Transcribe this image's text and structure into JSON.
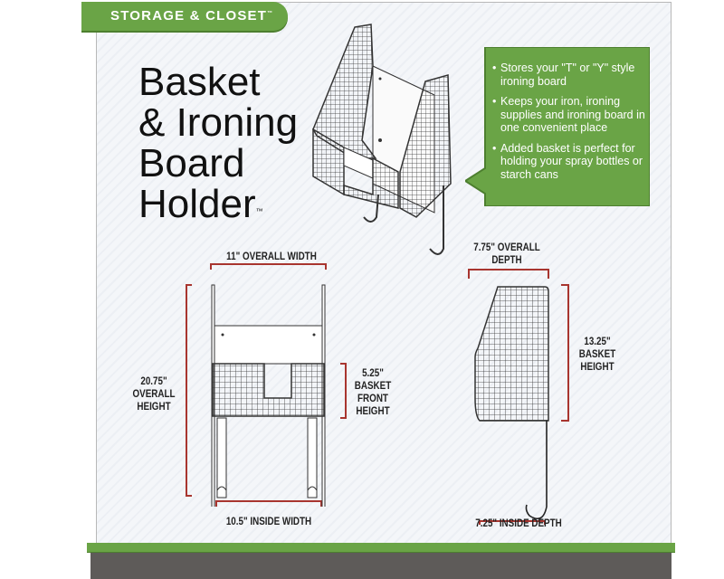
{
  "header": {
    "category_badge": "STORAGE & CLOSET",
    "category_badge_tm": "™"
  },
  "product": {
    "title_lines": [
      "Basket",
      "& Ironing",
      "Board",
      "Holder"
    ],
    "title_tm": "™"
  },
  "features": {
    "items": [
      "Stores your \"T\" or \"Y\" style ironing board",
      "Keeps your iron, ironing supplies and ironing board in one convenient place",
      "Added basket is perfect for holding your spray bottles or starch cans"
    ]
  },
  "dimensions": {
    "front_view": {
      "overall_width": "11\" OVERALL WIDTH",
      "overall_height_value": "20.75\"",
      "overall_height_label_1": "OVERALL",
      "overall_height_label_2": "HEIGHT",
      "basket_front_height_value": "5.25\"",
      "basket_front_height_label_1": "BASKET",
      "basket_front_height_label_2": "FRONT",
      "basket_front_height_label_3": "HEIGHT",
      "inside_width": "10.5\" INSIDE WIDTH"
    },
    "side_view": {
      "overall_depth_line_1": "7.75\" OVERALL",
      "overall_depth_line_2": "DEPTH",
      "basket_height_value": "13.25\"",
      "basket_height_label_1": "BASKET",
      "basket_height_label_2": "HEIGHT",
      "inside_depth": "7.25\" INSIDE DEPTH"
    }
  },
  "colors": {
    "brand_green": "#6aa446",
    "dimension_red": "#a8352f",
    "shelf_gray": "#5e5b59",
    "line_dark": "#222222"
  }
}
